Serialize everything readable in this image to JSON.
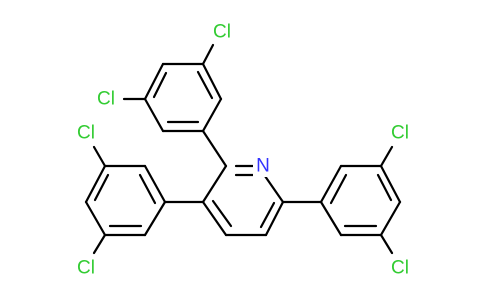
{
  "structure": {
    "colors": {
      "bond": "#000000",
      "halogen": "#33cc33",
      "nitrogen": "#3333ff"
    },
    "labels": {
      "n": "N",
      "cl_top_ring_upper": "Cl",
      "cl_top_ring_left": "Cl",
      "cl_left_ring_upper": "Cl",
      "cl_left_ring_lower": "Cl",
      "cl_right_ring_upper": "Cl",
      "cl_right_ring_lower": "Cl"
    }
  }
}
